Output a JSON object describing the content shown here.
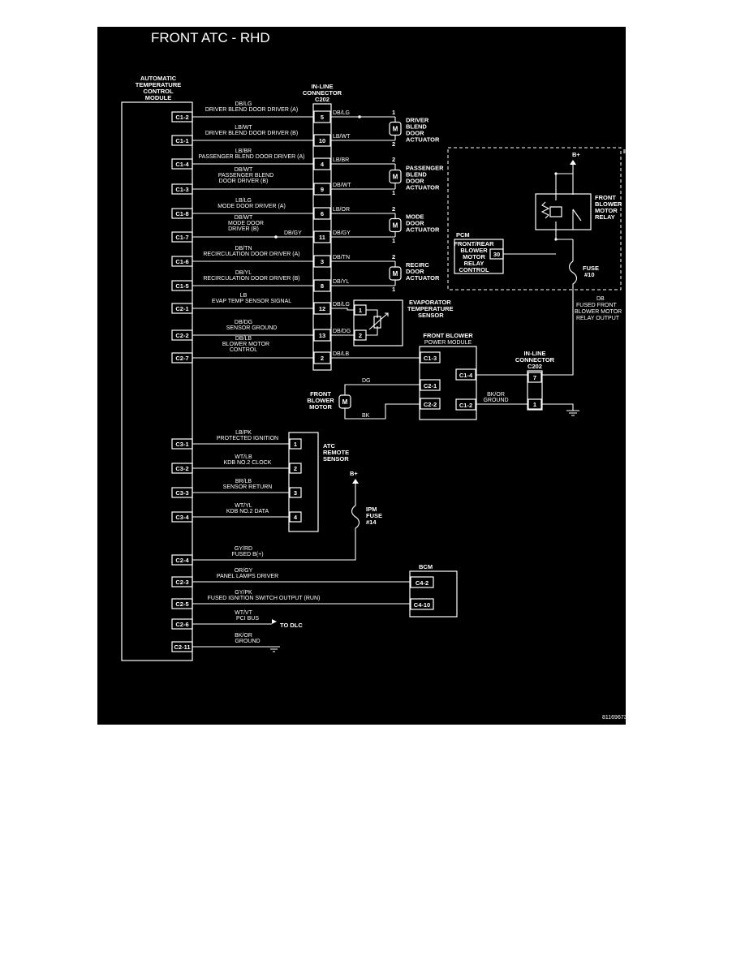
{
  "title": "FRONT ATC - RHD",
  "figure_id": "81169673",
  "colors": {
    "background": "#000000",
    "line": "#ffffff",
    "page": "#ffffff"
  },
  "module": {
    "lines": [
      "AUTOMATIC",
      "TEMPERATURE",
      "CONTROL",
      "MODULE"
    ]
  },
  "inline_connector_top": {
    "lines": [
      "IN-LINE",
      "CONNECTOR",
      "C202"
    ]
  },
  "inline_connector_right": {
    "lines": [
      "IN-LINE",
      "CONNECTOR",
      "C202"
    ]
  },
  "module_pins": [
    "C1-2",
    "C1-1",
    "C1-4",
    "C1-3",
    "C1-8",
    "C1-7",
    "C1-6",
    "C1-5",
    "C2-1",
    "C2-2",
    "C2-7",
    "C3-1",
    "C3-2",
    "C3-3",
    "C3-4",
    "C2-4",
    "C2-3",
    "C2-5",
    "C2-6",
    "C2-11"
  ],
  "circuits": [
    {
      "wire": "DB/LG",
      "desc": "DRIVER BLEND DOOR DRIVER (A)",
      "c202": "5",
      "out": "DB/LG"
    },
    {
      "wire": "LB/WT",
      "desc": "DRIVER BLEND DOOR DRIVER (B)",
      "c202": "10",
      "out": "LB/WT"
    },
    {
      "wire": "LB/BR",
      "desc": "PASSENGER BLEND DOOR DRIVER (A)",
      "c202": "4",
      "out": "LB/BR"
    },
    {
      "wire": "DB/WT",
      "desc": "PASSENGER BLEND",
      "desc2": "DOOR DRIVER (B)",
      "c202": "9",
      "out": "DB/WT"
    },
    {
      "wire": "LB/LG",
      "desc": "MODE DOOR DRIVER (A)",
      "c202": "6",
      "out": "LB/OR"
    },
    {
      "wire": "DB/WT",
      "desc": "MODE DOOR",
      "desc2": "DRIVER (B)",
      "c202": "11",
      "out": "DB/GY",
      "splice": "DB/GY"
    },
    {
      "wire": "DB/TN",
      "desc": "RECIRCULATION DOOR DRIVER (A)",
      "c202": "3",
      "out": "DB/TN"
    },
    {
      "wire": "DB/YL",
      "desc": "RECIRCULATION DOOR DRIVER (B)",
      "c202": "8",
      "out": "DB/YL"
    },
    {
      "wire": "LB",
      "desc": "EVAP TEMP SENSOR SIGNAL",
      "c202": "12",
      "out": "DB/LG"
    },
    {
      "wire": "DB/DG",
      "desc": "SENSOR GROUND",
      "c202": "13",
      "out": "DB/DG"
    },
    {
      "wire": "DB/LB",
      "desc": "BLOWER MOTOR",
      "desc2": "CONTROL",
      "c202": "2",
      "out": "DB/LB"
    },
    {
      "wire": "LB/PK",
      "desc": "PROTECTED IGNITION",
      "pin": "1"
    },
    {
      "wire": "WT/LB",
      "desc": "KDB NO.2 CLOCK",
      "pin": "2"
    },
    {
      "wire": "BR/LB",
      "desc": "SENSOR RETURN",
      "pin": "3"
    },
    {
      "wire": "WT/YL",
      "desc": "KDB NO.2 DATA",
      "pin": "4"
    },
    {
      "wire": "GY/RD",
      "desc": "FUSED B(+)"
    },
    {
      "wire": "OR/GY",
      "desc": "PANEL LAMPS DRIVER"
    },
    {
      "wire": "GY/PK",
      "desc": "FUSED IGNITION SWITCH OUTPUT (RUN)"
    },
    {
      "wire": "WT/VT",
      "desc": "PCI BUS",
      "dest": "TO DLC"
    },
    {
      "wire": "BK/OR",
      "desc": "GROUND"
    }
  ],
  "actuators": {
    "driver": [
      "DRIVER",
      "BLEND",
      "DOOR",
      "ACTUATOR"
    ],
    "passenger": [
      "PASSENGER",
      "BLEND",
      "DOOR",
      "ACTUATOR"
    ],
    "mode": [
      "MODE",
      "DOOR",
      "ACTUATOR"
    ],
    "recirc": [
      "RECIRC",
      "DOOR",
      "ACTUATOR"
    ],
    "motor_symbol": "M"
  },
  "actuator_pins": {
    "pin1": "1",
    "pin2": "2"
  },
  "evap_sensor": {
    "lines": [
      "EVAPORATOR",
      "TEMPERATURE",
      "SENSOR"
    ],
    "pins": [
      "1",
      "2"
    ]
  },
  "blower_module": {
    "lines": [
      "FRONT BLOWER",
      "POWER MODULE"
    ],
    "pins": [
      "C1-3",
      "C2-1",
      "C2-2",
      "C1-4",
      "C1-2"
    ]
  },
  "blower_motor": {
    "lines": [
      "FRONT",
      "BLOWER",
      "MOTOR"
    ],
    "wire_top": "DG",
    "wire_bottom": "BK"
  },
  "blower_ground": {
    "wire": "BK/OR",
    "desc": "GROUND"
  },
  "right_connector_pins": [
    "7",
    "1"
  ],
  "ipm": {
    "label": "IPM",
    "bplus": "B+",
    "relay": [
      "FRONT",
      "BLOWER",
      "MOTOR",
      "RELAY"
    ],
    "fuse": [
      "FUSE",
      "#10"
    ],
    "db_wire": "DB",
    "db_desc": [
      "FUSED FRONT",
      "BLOWER MOTOR",
      "RELAY OUTPUT"
    ]
  },
  "pcm": {
    "label": "PCM",
    "lines": [
      "FRONT/REAR",
      "BLOWER",
      "MOTOR",
      "RELAY",
      "CONTROL"
    ],
    "pin": "30"
  },
  "atc_sensor": {
    "lines": [
      "ATC",
      "REMOTE",
      "SENSOR"
    ]
  },
  "ipm_fuse14": {
    "bplus": "B+",
    "lines": [
      "IPM",
      "FUSE",
      "#14"
    ]
  },
  "bcm": {
    "label": "BCM",
    "pins": [
      "C4-2",
      "C4-10"
    ]
  }
}
